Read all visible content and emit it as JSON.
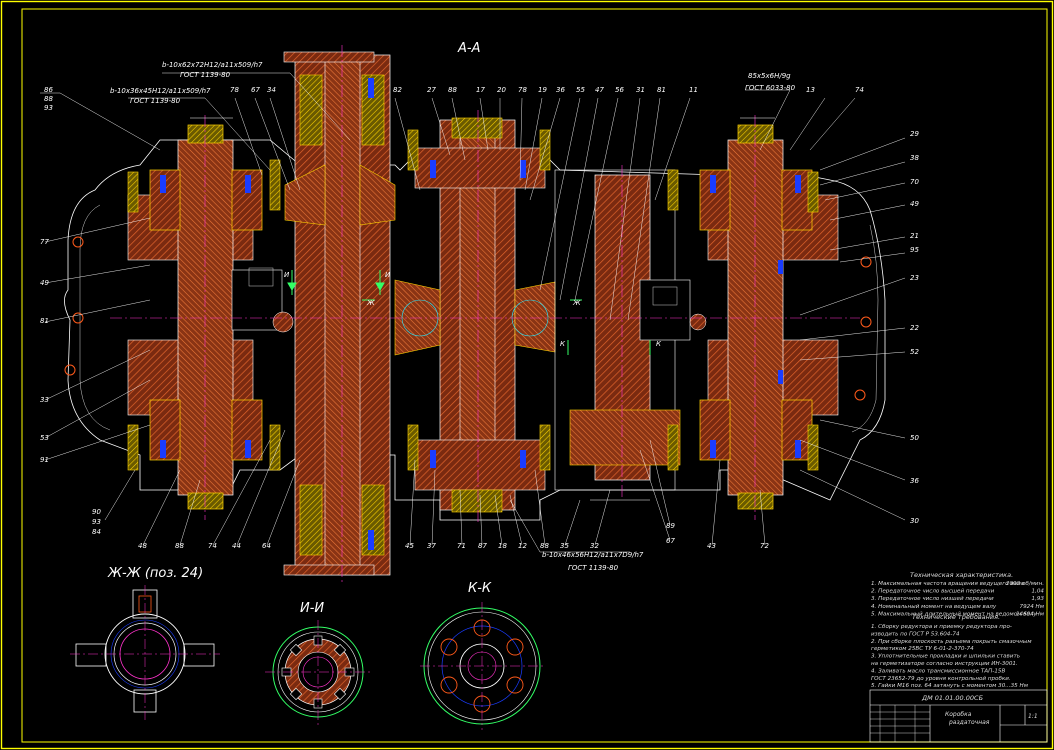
{
  "drawing": {
    "section_main": "А-А",
    "section_zh": "Ж-Ж (поз. 24)",
    "section_i": "И-И",
    "section_k": "К-К",
    "spline_callouts": [
      "b-10x62x72H12/a11x509/h7",
      "ГОСТ 1139-80",
      "b-10x36x45H12/a11x509/h7",
      "ГОСТ 1139-80",
      "b-10x46x56H12/a11x7D9/h7",
      "ГОСТ 1139-80",
      "85x5x6H/9g",
      "ГОСТ 6033-80"
    ],
    "cut_marks": [
      "И",
      "И",
      "Ж",
      "Ж",
      "К",
      "К"
    ],
    "position_numbers_top": [
      "86",
      "88",
      "93",
      "78",
      "67",
      "34",
      "82",
      "27",
      "88",
      "17",
      "20",
      "78",
      "19",
      "36",
      "55",
      "47",
      "56",
      "31",
      "81",
      "11",
      "13",
      "74"
    ],
    "position_numbers_left": [
      "77",
      "49",
      "81",
      "33",
      "53",
      "91",
      "90",
      "93",
      "84"
    ],
    "position_numbers_right": [
      "29",
      "38",
      "70",
      "49",
      "21",
      "95",
      "23",
      "22",
      "52",
      "50",
      "36",
      "30"
    ],
    "position_numbers_bottom": [
      "48",
      "88",
      "74",
      "44",
      "64",
      "45",
      "37",
      "71",
      "87",
      "18",
      "12",
      "88",
      "35",
      "32",
      "89",
      "67",
      "43",
      "72"
    ]
  },
  "notes": {
    "tech_title": "Техническая характеристика.",
    "tech_items": [
      {
        "text": "1. Максимальная частота вращения ведущего вала",
        "value": "2000 об/мин."
      },
      {
        "text": "2. Передаточное число высшей передачи",
        "value": "1,04"
      },
      {
        "text": "3. Передаточное число низшей передачи",
        "value": "1,93"
      },
      {
        "text": "4. Номинальный момент на ведущем валу",
        "value": "7924 Нм"
      },
      {
        "text": "5. Максимальный длительный момент на ведомом валу",
        "value": "14604 Нм"
      }
    ],
    "req_title": "Технические требования.",
    "req_items": [
      "1. Сборку редуктора и приемку редуктора про-",
      "изводить по ГОСТ Р 53.604-74",
      "2. При сборке плоскость разъема покрыть смазочным",
      "герметиком 25ВС ТУ 6-01-2-370-74",
      "3. Уплотнительные прокладки и шпильки ставить",
      "на герметизаторе согласно инструкции ИН-3001.",
      "4. Заливать масло трансмиссионное ТАП-15В",
      "ГОСТ 23652-79 до уровня контрольной пробки.",
      "5. Гайки М16 поз. 64 затянуть с моментом 30...35 Нм"
    ]
  },
  "title_block": {
    "doc_code": "ДМ 01.01.00.00СБ",
    "name_line1": "Коробка",
    "name_line2": "раздаточная",
    "scale": "1:1"
  },
  "colors": {
    "frame": "#ffff00",
    "body_hatch": "#b84218",
    "shaft": "#cc4e22",
    "bearing_yellow": "#ffd400",
    "seal_blue": "#1a3cff",
    "centerline": "#ff33cc",
    "leader": "#ffffff",
    "cyan": "#22e8ff",
    "green": "#33ff66",
    "contour": "#ffffff"
  }
}
